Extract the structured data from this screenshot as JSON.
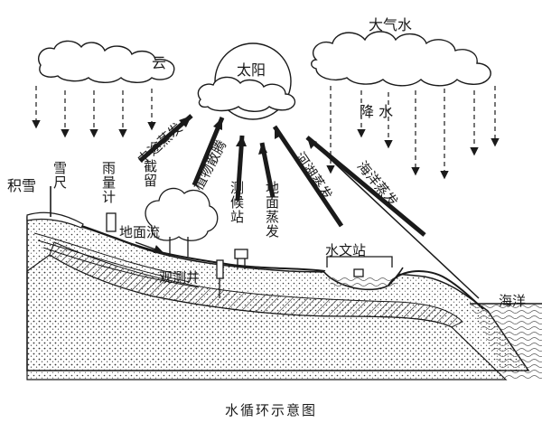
{
  "diagram": {
    "caption": "水循环示意图",
    "labels": {
      "atmospheric_water": "大气水",
      "cloud": "云",
      "sun": "太阳",
      "precipitation": "降 水",
      "midway_evaporation": "中途蒸发",
      "plant_transpiration": "植物散腾",
      "snow_cover": "积雪",
      "snow_gauge": "雪尺",
      "rain_gauge": "雨量计",
      "interception": "截留",
      "weather_station": "测候站",
      "ground_evaporation": "地面蒸发",
      "lake_evaporation": "河湖蒸发",
      "ocean_evaporation": "海洋蒸发",
      "surface_runoff": "地面流",
      "observation_well": "观测井",
      "hydrological_station": "水文站",
      "ocean": "海洋"
    }
  }
}
